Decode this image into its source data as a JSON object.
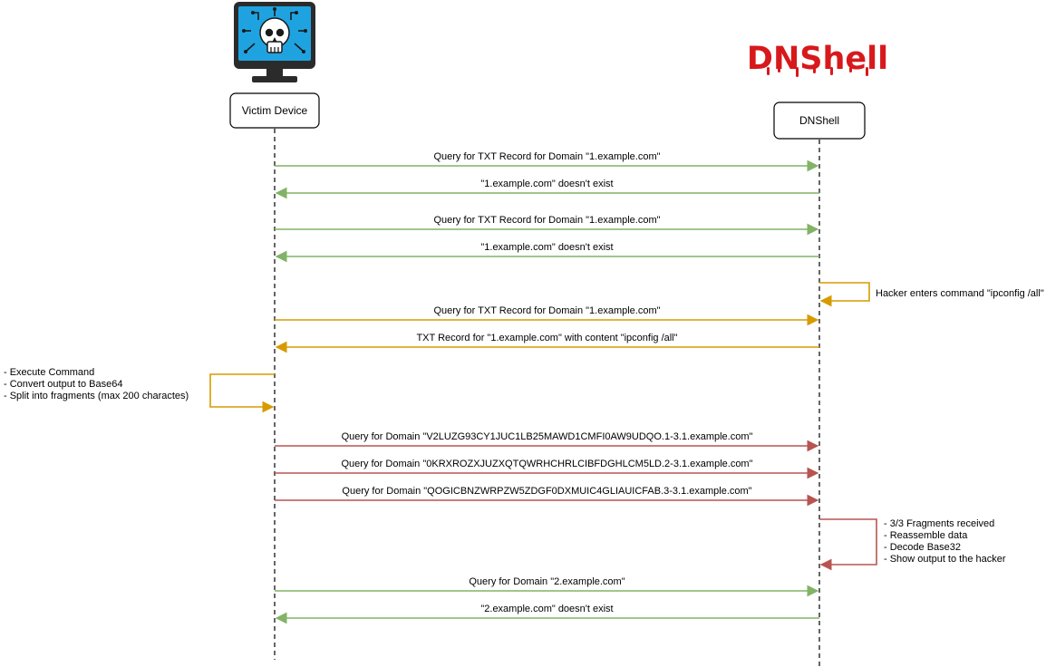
{
  "logo": {
    "text": "DNShell",
    "color": "#d7191c"
  },
  "victim_icon": {
    "name": "computer-skull-icon"
  },
  "actors": [
    {
      "id": "victim",
      "label": "Victim Device"
    },
    {
      "id": "dnshell",
      "label": "DNShell"
    }
  ],
  "colors": {
    "green": "#82b366",
    "orange": "#d79b00",
    "red": "#b85450"
  },
  "messages": [
    {
      "text": "Query for TXT Record for Domain \"1.example.com\"",
      "from": "victim",
      "to": "dnshell",
      "color": "green"
    },
    {
      "text": "\"1.example.com\" doesn't exist",
      "from": "dnshell",
      "to": "victim",
      "color": "green"
    },
    {
      "text": "Query for TXT Record for Domain \"1.example.com\"",
      "from": "victim",
      "to": "dnshell",
      "color": "green"
    },
    {
      "text": "\"1.example.com\" doesn't exist",
      "from": "dnshell",
      "to": "victim",
      "color": "green"
    },
    {
      "text": "Query for TXT Record for Domain \"1.example.com\"",
      "from": "victim",
      "to": "dnshell",
      "color": "orange"
    },
    {
      "text": "TXT Record for \"1.example.com\" with content \"ipconfig /all\"",
      "from": "dnshell",
      "to": "victim",
      "color": "orange"
    },
    {
      "text": "Query for Domain \"V2LUZG93CY1JUC1LB25MAWD1CMFI0AW9UDQO.1-3.1.example.com\"",
      "from": "victim",
      "to": "dnshell",
      "color": "red"
    },
    {
      "text": "Query for Domain \"0KRXROZXJUZXQTQWRHCHRLCIBFDGHLCM5LD.2-3.1.example.com\"",
      "from": "victim",
      "to": "dnshell",
      "color": "red"
    },
    {
      "text": "Query for Domain \"QOGICBNZWRPZW5ZDGF0DXMUIC4GLIAUICFAB.3-3.1.example.com\"",
      "from": "victim",
      "to": "dnshell",
      "color": "red"
    },
    {
      "text": "Query for Domain \"2.example.com\"",
      "from": "victim",
      "to": "dnshell",
      "color": "green"
    },
    {
      "text": "\"2.example.com\" doesn't exist",
      "from": "dnshell",
      "to": "victim",
      "color": "green"
    }
  ],
  "self_messages": [
    {
      "actor": "dnshell",
      "side": "right",
      "color": "orange",
      "lines": [
        "Hacker enters command \"ipconfig /all\""
      ]
    },
    {
      "actor": "victim",
      "side": "left",
      "color": "orange",
      "lines": [
        "- Execute Command",
        "- Convert output to Base64",
        "- Split into fragments (max 200 charactes)"
      ]
    },
    {
      "actor": "dnshell",
      "side": "right",
      "color": "red",
      "lines": [
        "- 3/3 Fragments received",
        "- Reassemble data",
        "- Decode Base32",
        "- Show output to the hacker"
      ]
    }
  ]
}
